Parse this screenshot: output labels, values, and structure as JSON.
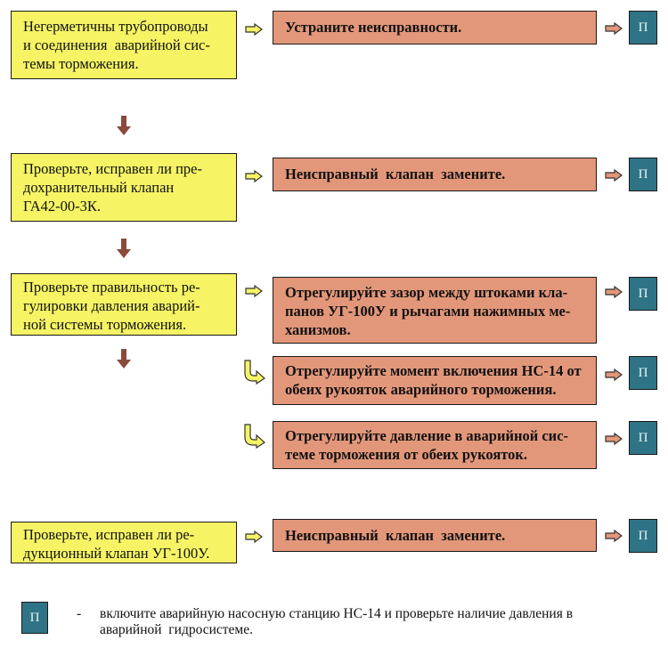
{
  "rows": [
    {
      "check": "Негерметичны трубопроводы\nи соединения  аварийной сис-\nтемы торможения.",
      "actions": [
        "Устраните неисправности."
      ]
    },
    {
      "check": "Проверьте, исправен ли пре-\nдохранительный клапан\nГА42-00-3К.",
      "actions": [
        "Неисправный  клапан  замените."
      ]
    },
    {
      "check": "Проверьте правильность ре-\nгулировки давления аварий-\nной системы торможения.",
      "actions": [
        "Отрегулируйте зазор между штоками кла-\nпанов УГ-100У и рычагами нажимных ме-\nханизмов.",
        "Отрегулируйте момент включения НС-14 от\nобеих рукояток аварийного торможения.",
        "Отрегулируйте давление в аварийной сис-\nтеме торможения от обеих рукояток."
      ]
    },
    {
      "check": "Проверьте, исправен ли ре-\nдукционный клапан УГ-100У.",
      "actions": [
        "Неисправный  клапан  замените."
      ]
    }
  ],
  "terminal_label": "П",
  "legend": {
    "symbol": "П",
    "dash": "-",
    "text": "включите аварийную насосную станцию НС-14 и проверьте наличие давления в\nаварийной  гидросистеме."
  },
  "colors": {
    "check_box": "#f6f465",
    "action_box": "#e3977a",
    "terminal_box": "#2f7486",
    "right_arrow": "#f6f465",
    "down_arrow": "#8a4a3c"
  },
  "icons": {
    "right_arrow": "hollow-right-arrow-icon",
    "down_arrow": "down-arrow-icon",
    "branch_arrow": "curved-branch-arrow-icon"
  }
}
